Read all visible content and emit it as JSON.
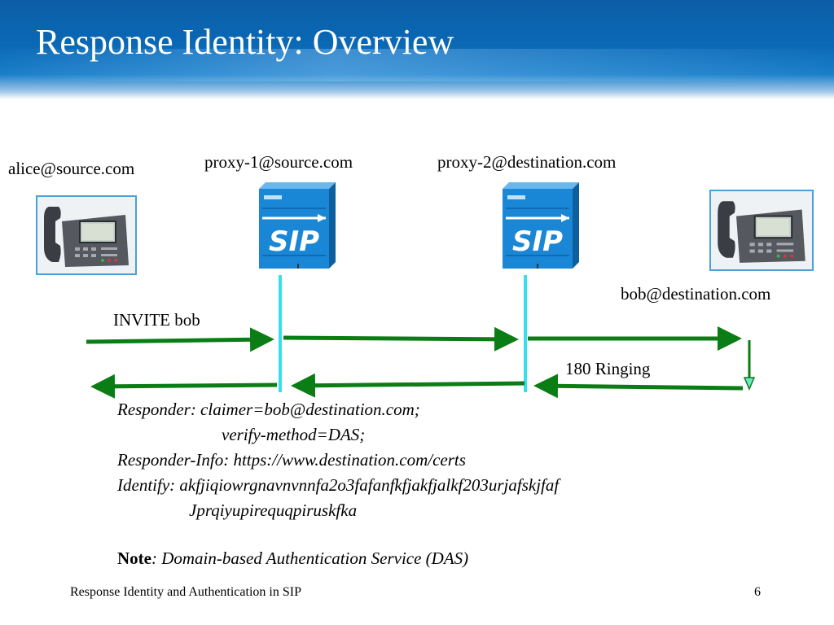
{
  "slide": {
    "title": "Response Identity: Overview",
    "footer_text": "Response Identity and Authentication in SIP",
    "page_number": "6"
  },
  "entities": {
    "alice": "alice@source.com",
    "proxy1": "proxy-1@source.com",
    "proxy2": "proxy-2@destination.com",
    "bob": "bob@destination.com"
  },
  "icons": {
    "phone": "ip-phone-icon",
    "server": "sip-proxy-server-icon",
    "server_text": "SIP"
  },
  "messages": {
    "invite": "INVITE  bob",
    "ringing": "180 Ringing"
  },
  "response_headers": {
    "line1": "Responder: claimer=bob@destination.com;",
    "line2": "verify-method=DAS;",
    "line3": "Responder-Info: https://www.destination.com/certs",
    "line4": "Identify: akfjiqiowrgnavnvnnfa2o3fafanfkfjakfjalkf203urjafskjfaf",
    "line5": "Jprqiyupirequqpiruskfka"
  },
  "note": {
    "label": "Note",
    "text": ": Domain-based Authentication Service (DAS)"
  },
  "colors": {
    "arrow": "#0a7d14",
    "lifeline": "#33e0ee",
    "header": "#0a68b5",
    "server": "#1a86d6"
  }
}
